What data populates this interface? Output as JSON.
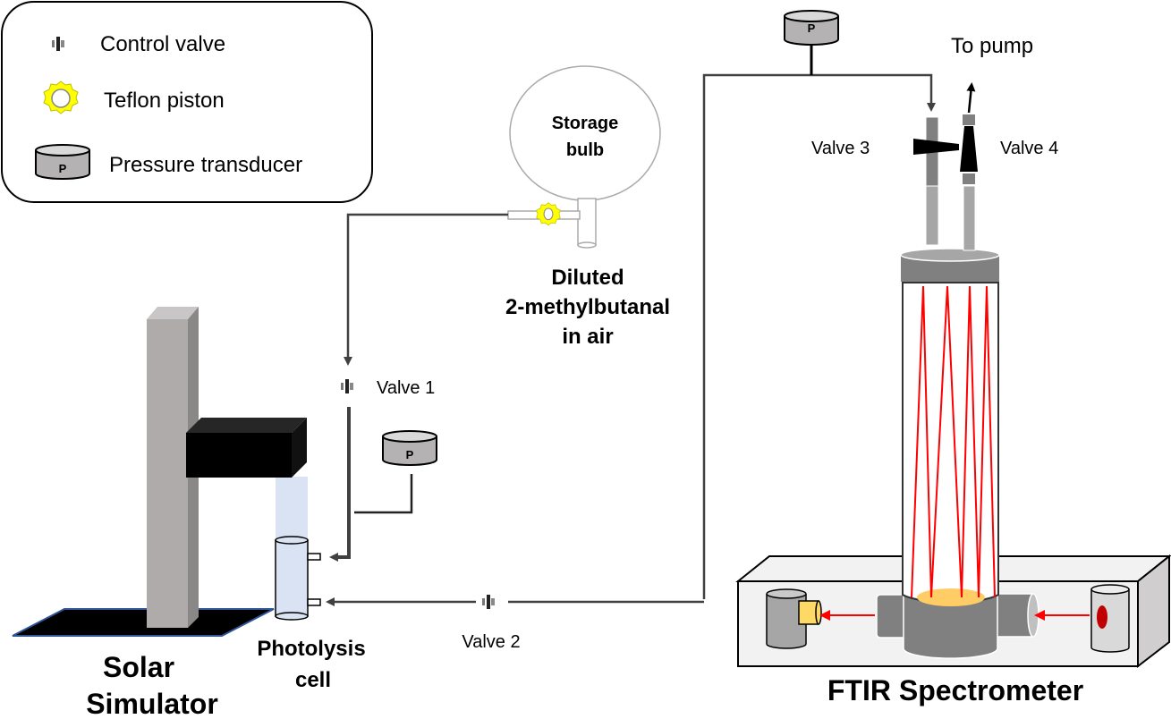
{
  "legend": {
    "items": [
      {
        "icon": "control-valve-icon",
        "label": "Control valve"
      },
      {
        "icon": "teflon-piston-icon",
        "label": "Teflon piston"
      },
      {
        "icon": "pressure-transducer-icon",
        "label": "Pressure transducer"
      }
    ],
    "transducer_symbol": "P"
  },
  "labels": {
    "storage_bulb_line1": "Storage",
    "storage_bulb_line2": "bulb",
    "diluted_line1": "Diluted",
    "diluted_line2": "2-methylbutanal",
    "diluted_line3": "in air",
    "valve1": "Valve 1",
    "valve2": "Valve 2",
    "valve3": "Valve 3",
    "valve4": "Valve 4",
    "to_pump": "To pump",
    "photolysis_line1": "Photolysis",
    "photolysis_line2": "cell",
    "solar_line1": "Solar",
    "solar_line2": "Simulator",
    "ftir": "FTIR Spectrometer",
    "p": "P"
  },
  "colors": {
    "beam": "#ff0000",
    "piston": "#ffff00",
    "light": "#dae3f3",
    "detector": "#ffd966",
    "mirror": "#ffcc66",
    "source_dot": "#c00000"
  }
}
